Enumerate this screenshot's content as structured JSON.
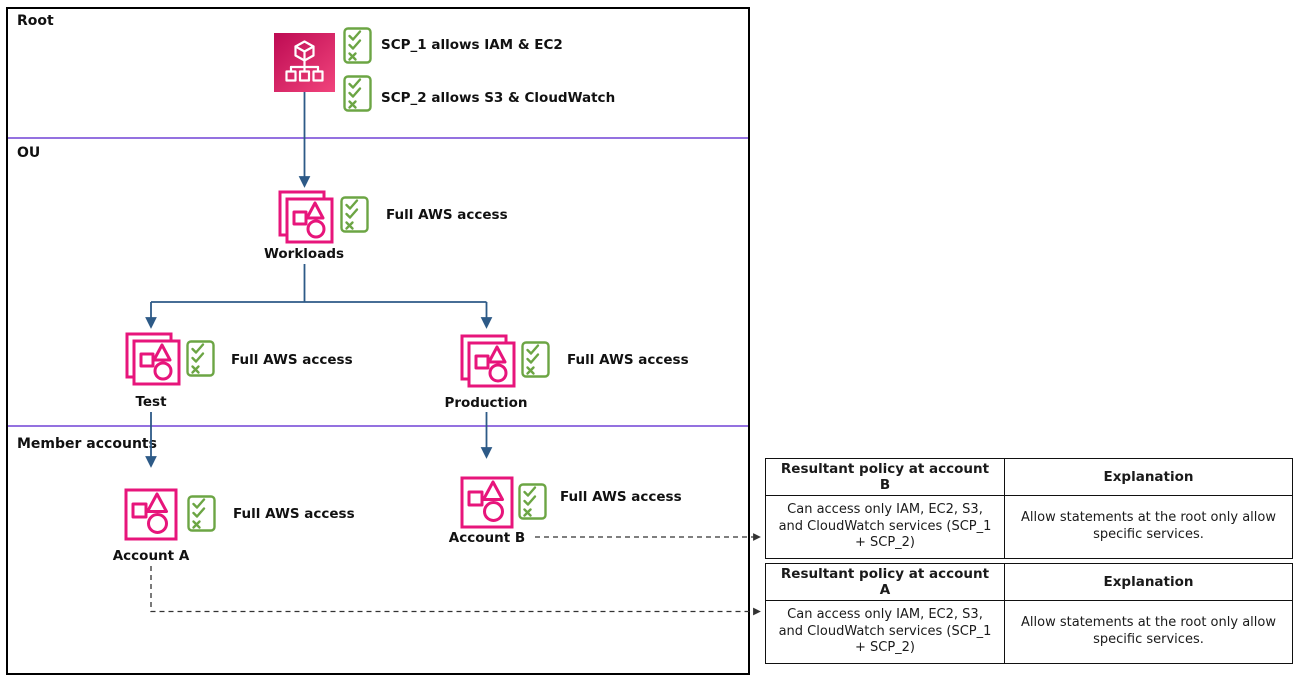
{
  "diagram": {
    "sections": {
      "root_label": "Root",
      "ou_label": "OU",
      "member_label": "Member accounts"
    },
    "root": {
      "scp1_label": "SCP_1 allows IAM & EC2",
      "scp2_label": "SCP_2 allows S3 & CloudWatch"
    },
    "ous": {
      "workloads": {
        "name": "Workloads",
        "scp_label": "Full AWS access"
      },
      "test": {
        "name": "Test",
        "scp_label": "Full AWS access"
      },
      "production": {
        "name": "Production",
        "scp_label": "Full AWS access"
      }
    },
    "accounts": {
      "account_a": {
        "name": "Account A",
        "scp_label": "Full AWS access"
      },
      "account_b": {
        "name": "Account B",
        "scp_label": "Full AWS access"
      }
    }
  },
  "tables": [
    {
      "headers": [
        "Resultant policy at account B",
        "Explanation"
      ],
      "rows": [
        [
          "Can access only IAM, EC2, S3, and CloudWatch services (SCP_1 + SCP_2)",
          "Allow statements at the root only allow specific services."
        ]
      ]
    },
    {
      "headers": [
        "Resultant policy at account A",
        "Explanation"
      ],
      "rows": [
        [
          "Can access only IAM, EC2, S3, and CloudWatch services (SCP_1 + SCP_2)",
          "Allow statements at the root only allow specific services."
        ]
      ]
    }
  ],
  "icons": {
    "organizations": "organizations-icon",
    "organizational_unit": "organizational-unit-icon",
    "account": "account-icon",
    "scp_policy": "scp-policy-icon"
  },
  "colors": {
    "pink": "#E7157B",
    "org_gradient_start": "#BD0B53",
    "org_gradient_end": "#F1447C",
    "green": "#6CA544",
    "arrow_blue": "#2D5A87",
    "divider_purple": "#9471E0",
    "dashed_line": "#333333",
    "border_black": "#000000"
  }
}
